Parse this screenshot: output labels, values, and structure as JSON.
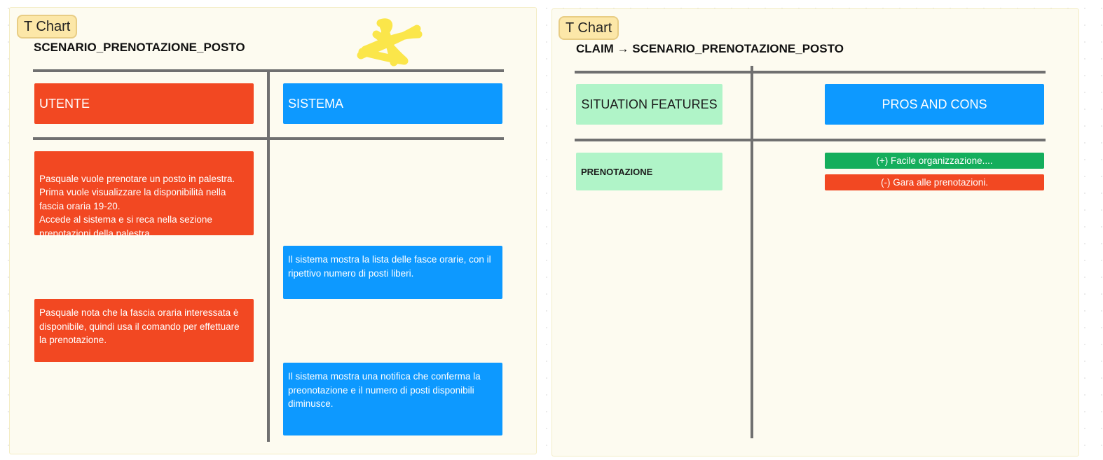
{
  "left_chart": {
    "tag": "T Chart",
    "title": "SCENARIO_PRENOTAZIONE_POSTO",
    "col1_header": "UTENTE",
    "col2_header": "SISTEMA",
    "user_steps": [
      "Pasquale vuole prenotare un posto in palestra.\nPrima vuole visualizzare la disponibilità nella fascia oraria 19-20.\nAccede al sistema e si reca nella sezione prenotazioni della palestra.",
      "Pasquale nota che la fascia oraria interessata è disponibile, quindi usa il comando per effettuare la prenotazione."
    ],
    "system_steps": [
      "Il sistema mostra la lista delle fasce orarie, con il ripettivo numero di posti liberi.",
      "Il sistema mostra una notifica che conferma la preonotazione e il numero di posti disponibili diminusce."
    ]
  },
  "right_chart": {
    "tag": "T Chart",
    "title": "CLAIM → SCENARIO_PRENOTAZIONE_POSTO",
    "col1_header": "SITUATION FEATURES",
    "col2_header": "PROS AND CONS",
    "feature": "PRENOTAZIONE",
    "pro": "(+) Facile organizzazione....",
    "con": "(-) Gara alle prenotazioni."
  },
  "colors": {
    "red": "#f24822",
    "blue": "#0d99ff",
    "mint": "#b0f4c8",
    "green": "#14ae5c",
    "highlighter": "#fbe64a"
  }
}
